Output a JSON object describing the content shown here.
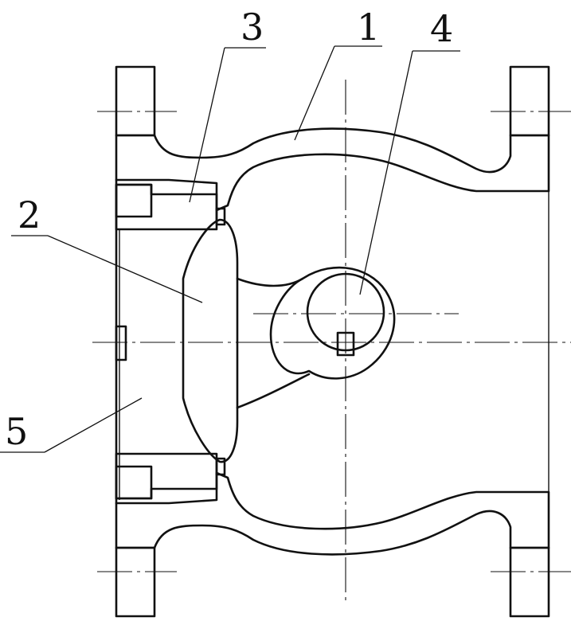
{
  "drawing": {
    "part_labels": [
      {
        "id": "body",
        "text": "1"
      },
      {
        "id": "disc",
        "text": "2"
      },
      {
        "id": "seat-ring",
        "text": "3"
      },
      {
        "id": "shaft",
        "text": "4"
      },
      {
        "id": "bore",
        "text": "5"
      }
    ]
  }
}
